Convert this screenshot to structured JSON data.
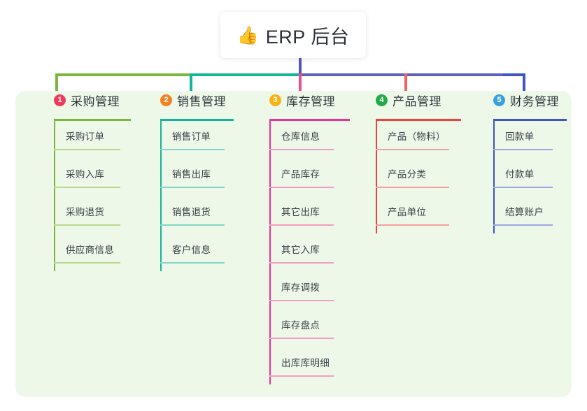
{
  "title": {
    "icon": "thumbs-up-emoji",
    "emoji": "👍",
    "text": "ERP 后台"
  },
  "theme": {
    "page_background": "#ffffff",
    "panel_background": "#eef8e9",
    "text_color": "#30353b",
    "root_stem_color": "#4b56b8"
  },
  "columns": [
    {
      "number": "1",
      "title": "采购管理",
      "badge_color": "#ef3a5d",
      "line_color": "#78b83c",
      "item_line_color": "#b7d98e",
      "items": [
        {
          "label": "采购订单"
        },
        {
          "label": "采购入库"
        },
        {
          "label": "采购退货"
        },
        {
          "label": "供应商信息"
        }
      ]
    },
    {
      "number": "2",
      "title": "销售管理",
      "badge_color": "#f58220",
      "line_color": "#12b598",
      "item_line_color": "#7fd6c6",
      "items": [
        {
          "label": "销售订单"
        },
        {
          "label": "销售出库"
        },
        {
          "label": "销售退货"
        },
        {
          "label": "客户信息"
        }
      ]
    },
    {
      "number": "3",
      "title": "库存管理",
      "badge_color": "#f6b213",
      "line_color": "#ef2f93",
      "item_line_color": "#f39cc4",
      "items": [
        {
          "label": "仓库信息"
        },
        {
          "label": "产品库存"
        },
        {
          "label": "其它出库"
        },
        {
          "label": "其它入库"
        },
        {
          "label": "库存调拨"
        },
        {
          "label": "库存盘点"
        },
        {
          "label": "出库库明细"
        }
      ]
    },
    {
      "number": "4",
      "title": "产品管理",
      "badge_color": "#22ab4b",
      "line_color": "#f43f3f",
      "item_line_color": "#f5a0a0",
      "items": [
        {
          "label": "产品（物料）"
        },
        {
          "label": "产品分类"
        },
        {
          "label": "产品单位"
        }
      ]
    },
    {
      "number": "5",
      "title": "财务管理",
      "badge_color": "#38a1db",
      "line_color": "#3f55c4",
      "item_line_color": "#9aa7e0",
      "items": [
        {
          "label": "回款单"
        },
        {
          "label": "付款单"
        },
        {
          "label": "结算账户"
        }
      ]
    }
  ]
}
